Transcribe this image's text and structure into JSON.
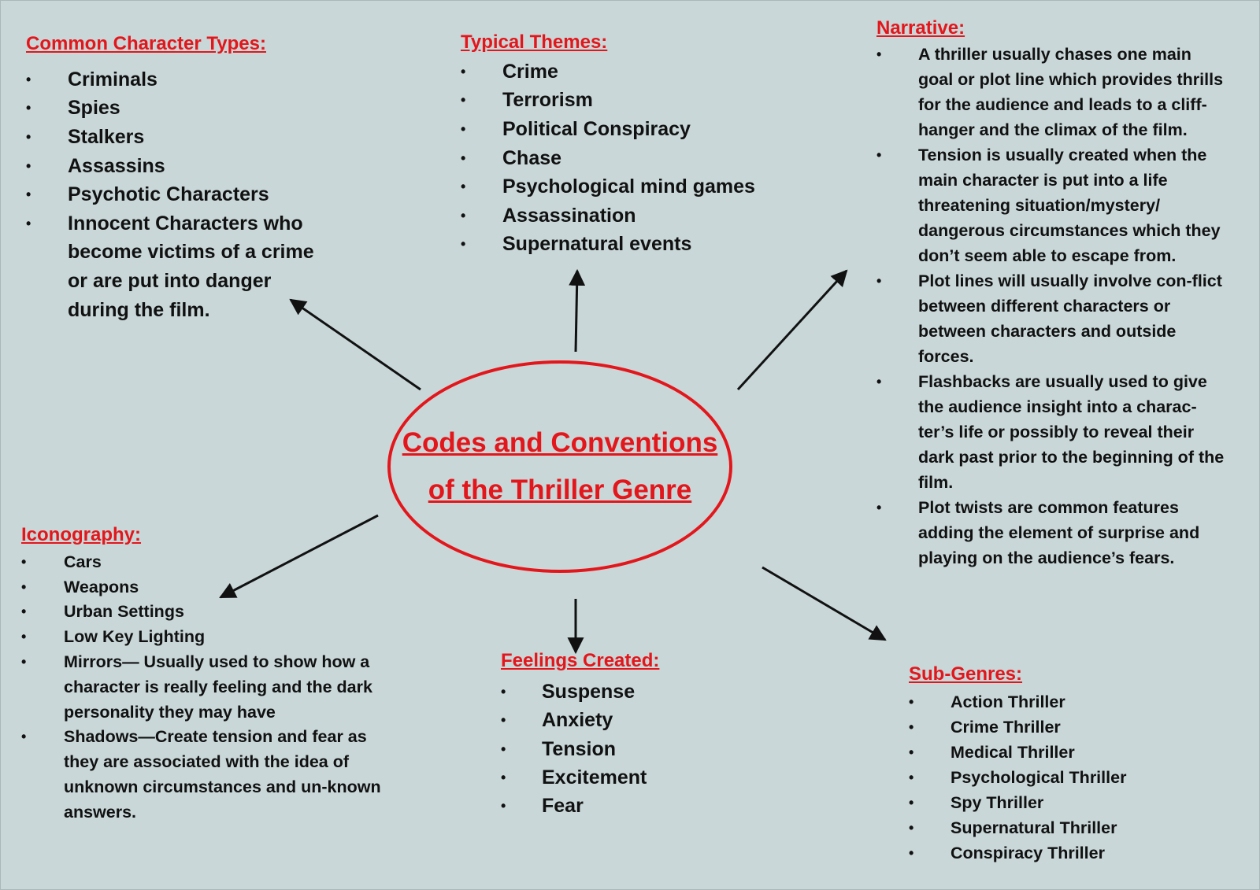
{
  "center": {
    "line1": "Codes and Conventions",
    "line2": "of the Thriller Genre"
  },
  "characters": {
    "heading": "Common Character Types:",
    "items": [
      "Criminals",
      "Spies",
      "Stalkers",
      "Assassins",
      "Psychotic Characters",
      "Innocent Characters who become victims of a crime or are put into danger during the film."
    ]
  },
  "themes": {
    "heading": "Typical Themes:",
    "items": [
      "Crime",
      "Terrorism",
      "Political Conspiracy",
      "Chase",
      "Psychological mind games",
      "Assassination",
      "Supernatural events"
    ]
  },
  "narrative": {
    "heading": "Narrative:",
    "items": [
      "A thriller usually chases one main goal or plot line which provides thrills for the audience and leads to a cliff-hanger and the climax of the film.",
      "Tension is usually created when the main character is put into a life threatening situation/mystery/ dangerous circumstances which they don’t seem able to escape from.",
      "Plot lines will usually involve con-flict between different characters or between characters and outside forces.",
      "Flashbacks are usually used to give the audience insight into a charac-ter’s life or possibly to reveal their dark past prior to the beginning of the film.",
      "Plot twists are common features adding the element of surprise and playing on the audience’s fears."
    ]
  },
  "iconography": {
    "heading": "Iconography:",
    "items": [
      "Cars",
      "Weapons",
      "Urban Settings",
      "Low Key Lighting",
      "Mirrors— Usually used to show how a character is really feeling and the dark personality they may have",
      "Shadows—Create tension and fear as they are associated with the idea of unknown circumstances and un-known answers."
    ]
  },
  "feelings": {
    "heading": "Feelings Created:",
    "items": [
      "Suspense",
      "Anxiety",
      "Tension",
      "Excitement",
      "Fear"
    ]
  },
  "subgenres": {
    "heading": "Sub-Genres:",
    "items": [
      "Action Thriller",
      "Crime Thriller",
      "Medical Thriller",
      "Psychological Thriller",
      "Spy Thriller",
      "Supernatural Thriller",
      "Conspiracy Thriller"
    ]
  },
  "colors": {
    "accent": "#e3161b",
    "background": "#c9d7d8",
    "text": "#111111"
  }
}
